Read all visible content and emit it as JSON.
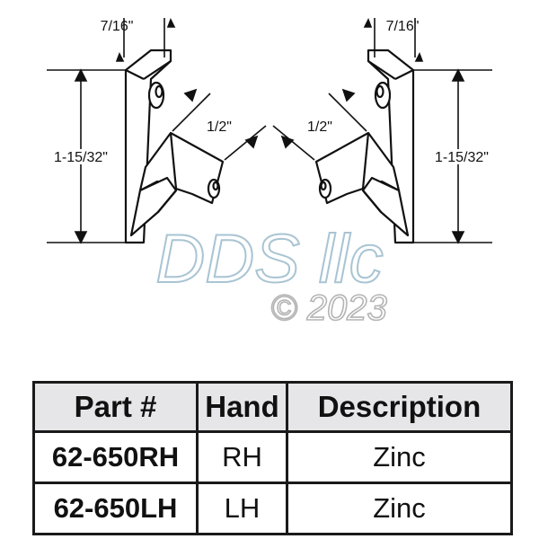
{
  "diagram": {
    "dimensions": {
      "width": "7/16\"",
      "height": "1-15/32\"",
      "offset": "1/2\""
    },
    "watermark": {
      "brand": "DDS llc",
      "copyright": "© 2023"
    }
  },
  "table": {
    "headers": [
      "Part #",
      "Hand",
      "Description"
    ],
    "rows": [
      {
        "part": "62-650RH",
        "hand": "RH",
        "description": "Zinc"
      },
      {
        "part": "62-650LH",
        "hand": "LH",
        "description": "Zinc"
      }
    ]
  }
}
